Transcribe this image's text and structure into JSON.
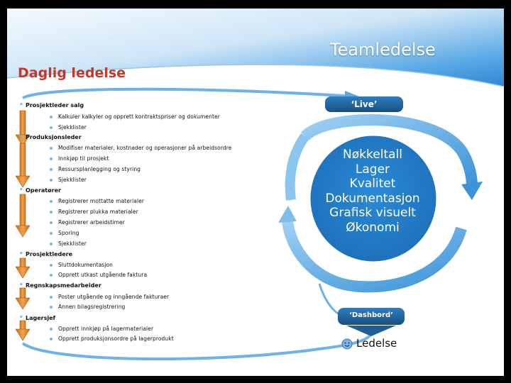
{
  "title": "Teamledelse",
  "subtitle": "Daglig ledelse",
  "roles": [
    {
      "name": "Prosjektleder salg",
      "tasks": [
        "Kalkuler kalkyler og opprett kontraktspriser og dokumenter",
        "Sjekklister"
      ]
    },
    {
      "name": "Produksjonsleder",
      "tasks": [
        "Modifiser materialer, kostnader og operasjoner på arbeidsordre",
        "Innkjøp til prosjekt",
        "Ressursplanlegging og styring",
        "Sjekklister"
      ]
    },
    {
      "name": "Operatører",
      "tasks": [
        "Registrerer mottatte materialer",
        "Registrerer plukka materialer",
        "Registrerer arbeidstimer",
        "Sporing",
        "Sjekklister"
      ]
    },
    {
      "name": "Prosjektledere",
      "tasks": [
        "Sluttdokumentasjon",
        "Opprett utkast utgående faktura"
      ]
    },
    {
      "name": "Regnskapsmedarbeider",
      "tasks": [
        "Poster utgående og inngående fakturaer",
        "Annen bilagsregistrering"
      ]
    },
    {
      "name": "Lagersjef",
      "tasks": [
        "Opprett innkjøp på lagermaterialer",
        "Opprett produksjonsordre på lagerprodukt"
      ]
    }
  ],
  "live_label": "‘Live’",
  "circle_items": [
    "Nøkkeltall",
    "Lager",
    "Kvalitet",
    "Dokumentasjon",
    "Grafisk visuelt",
    "Økonomi"
  ],
  "dashboard_label": "‘Dashbord’",
  "ledelse_label": "Ledelse",
  "colors": {
    "banner": "#3b8fd6",
    "accent_red": "#c0392b",
    "arrow_orange": "#e08a2e",
    "circle_blue": "#2e86c1",
    "pill_blue": "#1f5f95"
  }
}
